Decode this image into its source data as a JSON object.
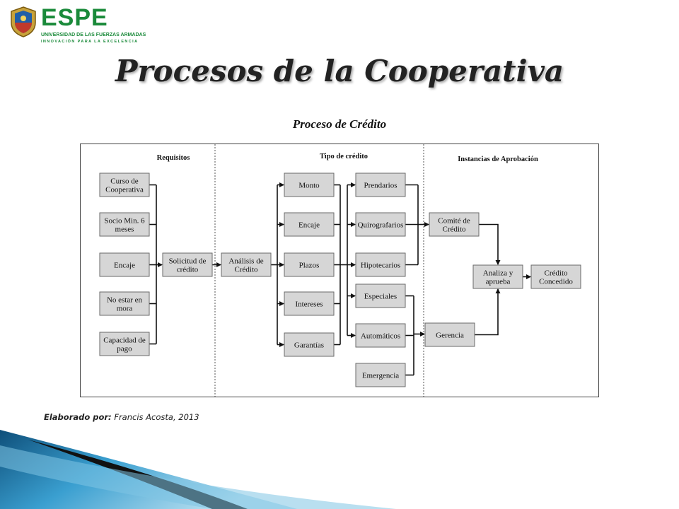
{
  "logo": {
    "name": "ESPE",
    "line1": "UNIVERSIDAD DE LAS FUERZAS ARMADAS",
    "line2": "INNOVACIÓN PARA LA EXCELENCIA"
  },
  "title": "Procesos de la Cooperativa",
  "subtitle": "Proceso de Crédito",
  "credit": {
    "label": "Elaborado por:",
    "author": "Francis Acosta, 2013"
  },
  "diagram": {
    "headers": {
      "requisitos": "Requisitos",
      "tipo": "Tipo de crédito",
      "instancias": "Instancias de Aprobación"
    },
    "requisitos": [
      {
        "id": "curso",
        "lines": [
          "Curso de",
          "Cooperativa"
        ]
      },
      {
        "id": "socio",
        "lines": [
          "Socio Min. 6",
          "meses"
        ]
      },
      {
        "id": "encaje-req",
        "lines": [
          "Encaje"
        ]
      },
      {
        "id": "mora",
        "lines": [
          "No estar en",
          "mora"
        ]
      },
      {
        "id": "capacidad",
        "lines": [
          "Capacidad de",
          "pago"
        ]
      }
    ],
    "solicitud": {
      "id": "solicitud",
      "lines": [
        "Solicitud de",
        "crédito"
      ]
    },
    "analisis": {
      "id": "analisis",
      "lines": [
        "Análisis de",
        "Crédito"
      ]
    },
    "parametros": [
      {
        "id": "monto",
        "lines": [
          "Monto"
        ]
      },
      {
        "id": "encaje",
        "lines": [
          "Encaje"
        ]
      },
      {
        "id": "plazos",
        "lines": [
          "Plazos"
        ]
      },
      {
        "id": "intereses",
        "lines": [
          "Intereses"
        ]
      },
      {
        "id": "garantias",
        "lines": [
          "Garantías"
        ]
      }
    ],
    "tipos": [
      {
        "id": "prendarios",
        "lines": [
          "Prendarios"
        ]
      },
      {
        "id": "quirografarios",
        "lines": [
          "Quirografarios"
        ]
      },
      {
        "id": "hipotecarios",
        "lines": [
          "Hipotecarios"
        ]
      },
      {
        "id": "especiales",
        "lines": [
          "Especiales"
        ]
      },
      {
        "id": "automaticos",
        "lines": [
          "Automáticos"
        ]
      },
      {
        "id": "emergencia",
        "lines": [
          "Emergencia"
        ]
      }
    ],
    "comite": {
      "id": "comite",
      "lines": [
        "Comité de",
        "Crédito"
      ]
    },
    "gerencia": {
      "id": "gerencia",
      "lines": [
        "Gerencia"
      ]
    },
    "analiza": {
      "id": "analiza",
      "lines": [
        "Analiza y",
        "aprueba"
      ]
    },
    "concedido": {
      "id": "concedido",
      "lines": [
        "Crédito",
        "Concedido"
      ]
    }
  }
}
